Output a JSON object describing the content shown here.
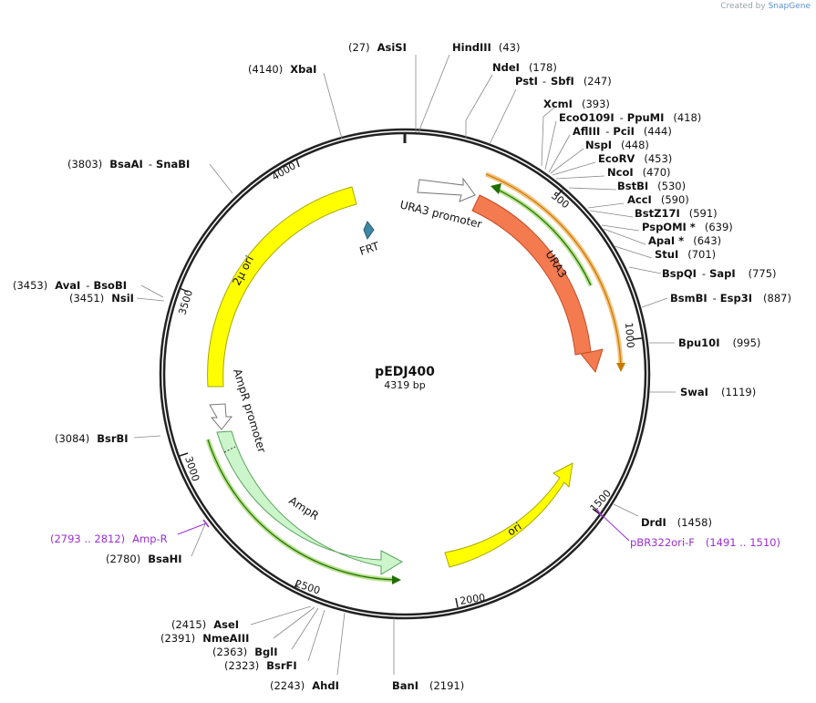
{
  "branding": {
    "created_by": "Created by",
    "app": "SnapGene"
  },
  "plasmid": {
    "name": "pEDJ400",
    "size_label": "4319 bp"
  },
  "ticks": [
    "500",
    "1000",
    "1500",
    "2000",
    "2500",
    "3000",
    "3500",
    "4000"
  ],
  "sites": [
    {
      "id": "asisi",
      "pos": "(27)",
      "name": "AsiSI"
    },
    {
      "id": "hindiii",
      "name": "HindIII",
      "pos": "(43)"
    },
    {
      "id": "ndei",
      "name": "NdeI",
      "pos": "(178)"
    },
    {
      "id": "psti",
      "name": "PstI",
      "sep": "-",
      "name2": "SbfI",
      "pos": "(247)"
    },
    {
      "id": "xcmi",
      "name": "XcmI",
      "pos": "(393)"
    },
    {
      "id": "ecoo109i",
      "name": "EcoO109I",
      "sep": "-",
      "name2": "PpuMI",
      "pos": "(418)"
    },
    {
      "id": "aflIII",
      "name": "AflIII",
      "sep": "-",
      "name2": "PciI",
      "pos": "(444)"
    },
    {
      "id": "nspi",
      "name": "NspI",
      "pos": "(448)"
    },
    {
      "id": "ecorv",
      "name": "EcoRV",
      "pos": "(453)"
    },
    {
      "id": "ncoi",
      "name": "NcoI",
      "pos": "(470)"
    },
    {
      "id": "bstbi",
      "name": "BstBI",
      "pos": "(530)"
    },
    {
      "id": "acci",
      "name": "AccI",
      "pos": "(590)"
    },
    {
      "id": "bstz17i",
      "name": "BstZ17I",
      "pos": "(591)"
    },
    {
      "id": "pspomi",
      "name": "PspOMI *",
      "pos": "(639)"
    },
    {
      "id": "apai",
      "name": "ApaI *",
      "pos": "(643)"
    },
    {
      "id": "stui",
      "name": "StuI",
      "pos": "(701)"
    },
    {
      "id": "bspqi",
      "name": "BspQI",
      "sep": "-",
      "name2": "SapI",
      "pos": "(775)"
    },
    {
      "id": "bsmbi",
      "name": "BsmBI",
      "sep": "-",
      "name2": "Esp3I",
      "pos": "(887)"
    },
    {
      "id": "bpu10i",
      "name": "Bpu10I",
      "pos": "(995)"
    },
    {
      "id": "swai",
      "name": "SwaI",
      "pos": "(1119)"
    },
    {
      "id": "drdi",
      "name": "DrdI",
      "pos": "(1458)"
    },
    {
      "id": "bani",
      "name": "BanI",
      "pos": "(2191)"
    },
    {
      "id": "ahdi",
      "pos": "(2243)",
      "name": "AhdI"
    },
    {
      "id": "bsrfi",
      "pos": "(2323)",
      "name": "BsrFI"
    },
    {
      "id": "bgli",
      "pos": "(2363)",
      "name": "BglI"
    },
    {
      "id": "nmeaiii",
      "pos": "(2391)",
      "name": "NmeAIII"
    },
    {
      "id": "asei",
      "pos": "(2415)",
      "name": "AseI"
    },
    {
      "id": "bsahi",
      "pos": "(2780)",
      "name": "BsaHI"
    },
    {
      "id": "bsrbi",
      "pos": "(3084)",
      "name": "BsrBI"
    },
    {
      "id": "nsii",
      "pos": "(3451)",
      "name": "NsiI"
    },
    {
      "id": "avai",
      "pos": "(3453)",
      "name": "AvaI",
      "sep": "-",
      "name2": "BsoBI"
    },
    {
      "id": "bsaai",
      "pos": "(3803)",
      "name": "BsaAI",
      "sep": "-",
      "name2": "SnaBI"
    },
    {
      "id": "xbai",
      "pos": "(4140)",
      "name": "XbaI"
    }
  ],
  "features": {
    "ura3_promoter": "URA3 promoter",
    "ura3": "URA3",
    "frt": "FRT",
    "two_micron_ori": "2µ ori",
    "ampr_promoter": "AmpR promoter",
    "ampr": "AmpR",
    "ori": "ori"
  },
  "primers": [
    {
      "id": "ampr_primer",
      "range": "(2793 .. 2812)",
      "name": "Amp-R"
    },
    {
      "id": "pbr322_primer",
      "name": "pBR322ori-F",
      "range": "(1491 .. 1510)"
    }
  ],
  "colors": {
    "ura3": "#f47a50",
    "two_micron_ori": "#ffff00",
    "ori": "#ffff00",
    "ampr": "#ccf5cc",
    "frt": "#3f86a3",
    "primer": "#9b30d0",
    "highlight_orange": "#f5c07a",
    "highlight_green": "#b5e08a"
  }
}
